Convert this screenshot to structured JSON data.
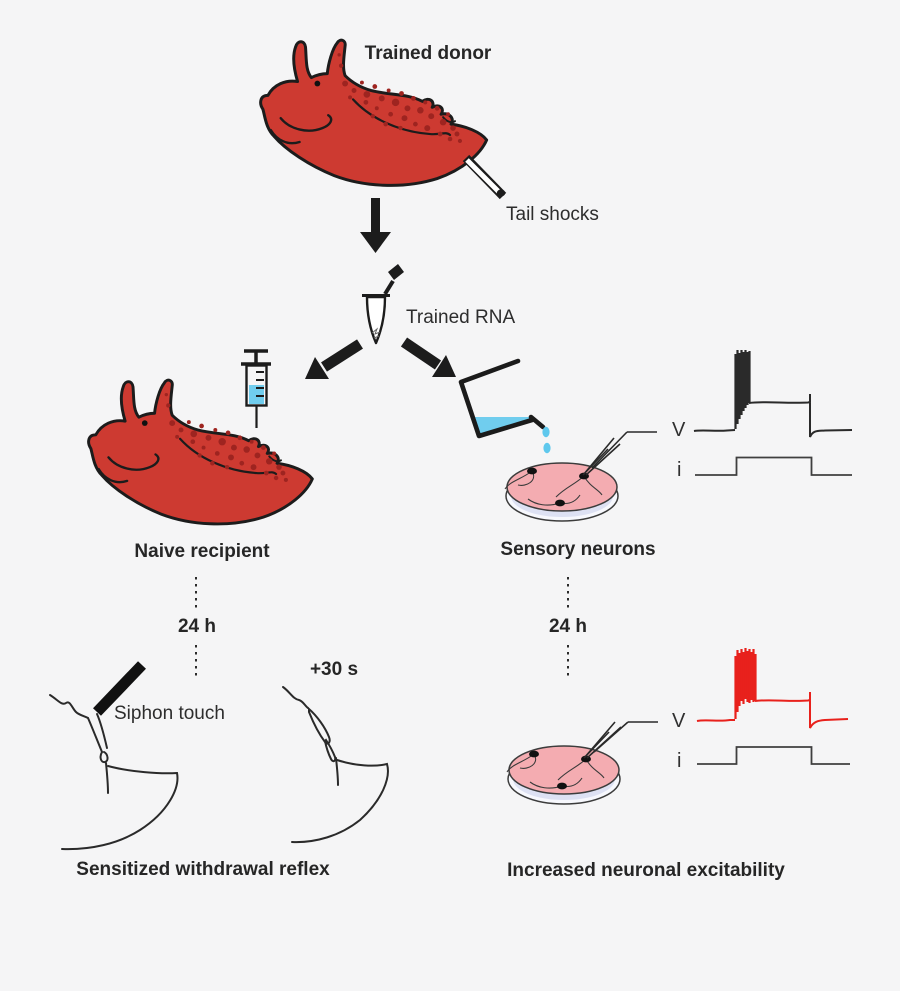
{
  "figure": {
    "type": "scientific-schematic",
    "subject": "RNA transfer of memory in Aplysia: trained donor RNA injected into naive recipient and applied to sensory neurons",
    "background_color": "#f5f5f6"
  },
  "labels": {
    "trained_donor": "Trained donor",
    "tail_shocks": "Tail shocks",
    "trained_rna": "Trained RNA",
    "naive_recipient": "Naive recipient",
    "sensory_neurons": "Sensory neurons",
    "delay_left": "24 h",
    "delay_right": "24 h",
    "siphon_touch": "Siphon touch",
    "plus_30_s": "+30 s",
    "result_left": "Sensitized withdrawal reflex",
    "result_right": "Increased neuronal excitability",
    "voltage_top": "V",
    "current_top": "i",
    "voltage_bottom": "V",
    "current_bottom": "i"
  },
  "icons": [
    "aplysia-slug-illustration",
    "tail-shock-electrode-icon",
    "down-arrow-icon",
    "microcentrifuge-tube-icon",
    "branch-arrow-left-icon",
    "branch-arrow-right-icon",
    "syringe-icon",
    "beaker-pouring-icon",
    "liquid-drops-icon",
    "petri-dish-with-neurons-icon",
    "recording-pipette-icon",
    "voltage-trace",
    "current-trace",
    "dotted-timeline",
    "siphon-line-drawing",
    "touch-probe-rod-icon"
  ],
  "colors": {
    "slug_body": "#cd3a31",
    "slug_spots": "#9e2420",
    "outline_black": "#1c1c1c",
    "liquid_blue": "#70cdee",
    "dish_pink": "#f4acb1",
    "dish_rim_tint": "#dde1f3",
    "trace_black": "#2a2a2a",
    "trace_red": "#e8211c",
    "text": "#2d2d2d"
  },
  "traces": {
    "top": {
      "color": "#2a2a2a",
      "v_description": "burst of spikes then plateau during current step",
      "i_description": "square current step"
    },
    "bottom": {
      "color": "#e8211c",
      "v_description": "larger prolonged spike burst (increased excitability)",
      "i_description": "square current step"
    }
  }
}
